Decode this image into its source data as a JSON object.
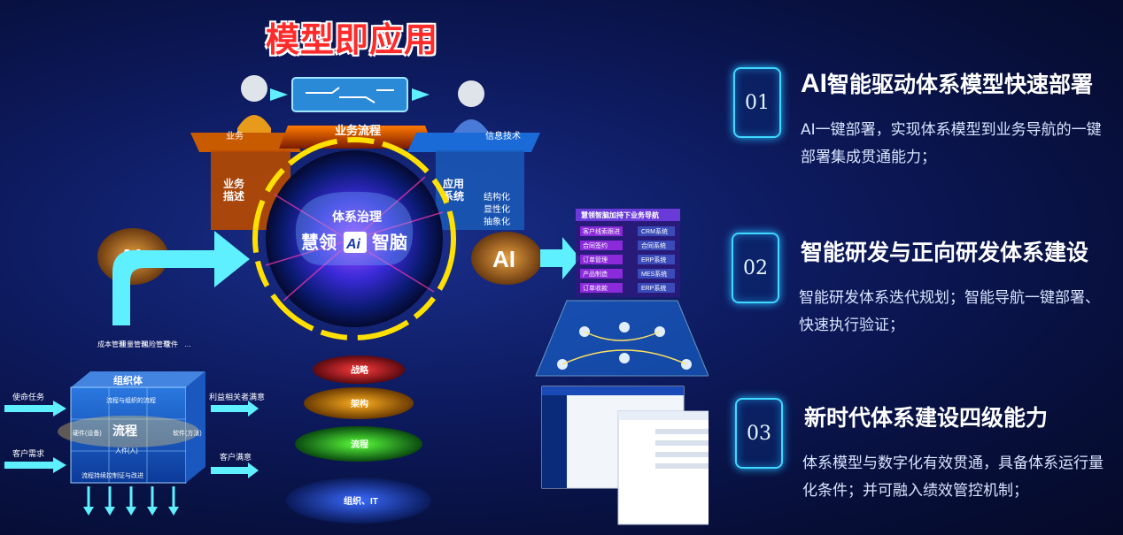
{
  "title": "模型即应用",
  "illustration": {
    "roles": {
      "business": "业务",
      "process": "业务流程",
      "info_tech": "信息技术"
    },
    "desc_business": [
      "业务",
      "描述"
    ],
    "desc_app": [
      "应用",
      "系统"
    ],
    "desc_app_props": [
      "结构化",
      "显性化",
      "抽象化"
    ],
    "brain": {
      "top": "体系治理",
      "left": "慧领",
      "logo": "Ai",
      "right": "智脑"
    },
    "ai_left": "AI",
    "ai_right": "AI",
    "cube": {
      "top_labels": [
        "成本管理",
        "质量管理",
        "风险管理",
        "软件",
        "…"
      ],
      "org": "组织体",
      "process": "流程",
      "left_inputs": [
        "使命任务",
        "客户需求"
      ],
      "right_outputs": [
        "利益相关者满意",
        "客户满意"
      ],
      "side_left": "硬件(设备)",
      "side_right": "软件(方法)",
      "bottom": "流程持续控制证与改进",
      "person": "人件(人)",
      "upper": "流程与组织的流程"
    },
    "rings": [
      "战略",
      "架构",
      "流程",
      "组织、IT"
    ],
    "nav": {
      "header": "慧领智脑加持下业务导航",
      "left": [
        "客户线索跟进",
        "合同签约",
        "订单管理",
        "产品制造",
        "订单收款"
      ],
      "right": [
        "CRM系统",
        "合同系统",
        "ERP系统",
        "MES系统",
        "ERP系统"
      ]
    }
  },
  "items": [
    {
      "num": "01",
      "title_prefix": "AI",
      "title_rest": "智能驱动体系模型快速部署",
      "desc": "AI一键部署，实现体系模型到业务导航的一键部署集成贯通能力；"
    },
    {
      "num": "02",
      "title_prefix": "",
      "title_rest": "智能研发与正向研发体系建设",
      "desc": "智能研发体系迭代规划；智能导航一键部署、快速执行验证；"
    },
    {
      "num": "03",
      "title_prefix": "",
      "title_rest": "新时代体系建设四级能力",
      "desc": "体系模型与数字化有效贯通，具备体系运行量化条件；并可融入绩效管控机制；"
    }
  ],
  "colors": {
    "accent": "#3fd8ff",
    "title_red": "#ff2a2a",
    "arrow_cyan": "#5ff0ff"
  }
}
